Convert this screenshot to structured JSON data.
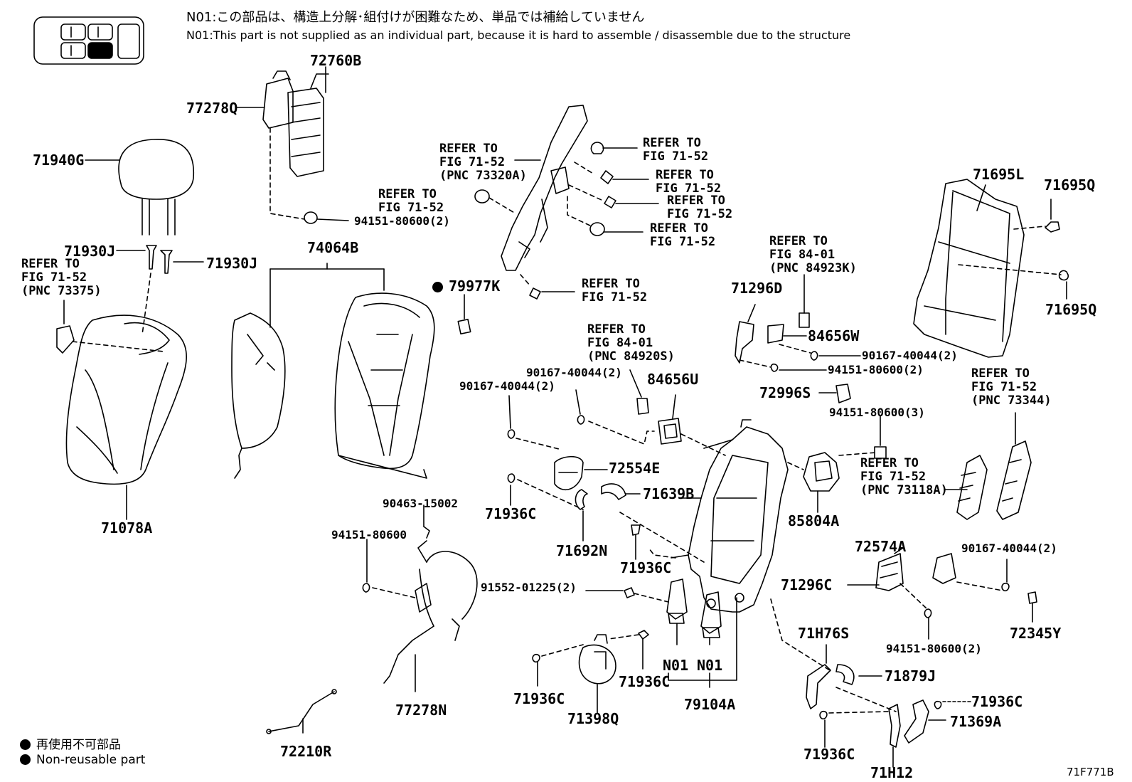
{
  "notes": {
    "jp": "N01:この部品は、構造上分解･組付けが困難なため、単品では補給していません",
    "en": "N01:This part is not supplied as an individual part, because it is hard to assemble / disassemble due to the structure"
  },
  "labels": {
    "p72760B": "72760B",
    "p77278Q": "77278Q",
    "p71940G": "71940G",
    "p71930J_a": "71930J",
    "p71930J_b": "71930J",
    "ref_73375": "REFER TO\nFIG 71-52\n(PNC 73375)",
    "p74064B": "74064B",
    "p79977K": "79977K",
    "p94151_2_top": "94151-80600(2)",
    "ref_73320A": "REFER TO\nFIG 71-52\n(PNC 73320A)",
    "ref_a": "REFER TO\nFIG 71-52",
    "ref_b": "REFER TO\nFIG 71-52",
    "ref_c": "REFER TO\nFIG 71-52",
    "ref_d": "REFER TO\nFIG 71-52",
    "ref_e": "REFER TO\nFIG 71-52",
    "ref_f": "REFER TO\nFIG 71-52",
    "p71695L": "71695L",
    "p71695Q_a": "71695Q",
    "p71695Q_b": "71695Q",
    "ref_84923K": "REFER TO\nFIG 84-01\n(PNC 84923K)",
    "p71296D": "71296D",
    "p84656W": "84656W",
    "p90167_2_a": "90167-40044(2)",
    "p94151_2_b": "94151-80600(2)",
    "ref_84920S": "REFER TO\nFIG 84-01\n(PNC 84920S)",
    "p90167_2_b": "90167-40044(2)",
    "p90167_2_c": "90167-40044(2)",
    "p84656U": "84656U",
    "p72996S": "72996S",
    "p94151_3": "94151-80600(3)",
    "ref_73344": "REFER TO\nFIG 71-52\n(PNC 73344)",
    "p72554E": "72554E",
    "p71639B": "71639B",
    "ref_73118A": "REFER TO\nFIG 71-52\n(PNC 73118A)",
    "p85804A": "85804A",
    "p71936C_a": "71936C",
    "p71692N": "71692N",
    "p71936C_b": "71936C",
    "p90463": "90463-15002",
    "p94151_single": "94151-80600",
    "p71078A": "71078A",
    "p72574A": "72574A",
    "p90167_2_d": "90167-40044(2)",
    "p71296C": "71296C",
    "p91552": "91552-01225(2)",
    "p72345Y": "72345Y",
    "p94151_2_c": "94151-80600(2)",
    "p71H76S": "71H76S",
    "p71879J": "71879J",
    "pN01_a": "N01",
    "pN01_b": "N01",
    "p71936C_c": "71936C",
    "p71936C_d": "71936C",
    "p71398Q": "71398Q",
    "p79104A": "79104A",
    "p71936C_e": "71936C",
    "p71369A": "71369A",
    "p77278N": "77278N",
    "p71936C_f": "71936C",
    "p72210R": "72210R",
    "p71H12": "71H12"
  },
  "legend": {
    "jp": "再使用不可部品",
    "en": "Non-reusable part"
  },
  "figure_id": "71F771B"
}
